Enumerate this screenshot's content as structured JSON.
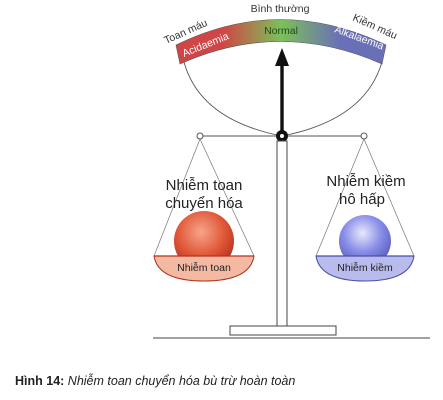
{
  "scale": {
    "top_label": "Bình thường",
    "left_outer_label": "Toan máu",
    "right_outer_label": "Kiềm máu",
    "acid_label": "Acidaemia",
    "normal_label": "Normal",
    "alkali_label": "Alkalaemia",
    "colors": {
      "acid": "#d04545",
      "normal": "#7cc05a",
      "alkali": "#6a70b8"
    }
  },
  "left_pan": {
    "title_line1": "Nhiễm toan",
    "title_line2": "chuyển hóa",
    "pan_label": "Nhiễm toan",
    "ball_color": "#e05838",
    "pan_color": "#f4b9a2"
  },
  "right_pan": {
    "title_line1": "Nhiễm kiềm",
    "title_line2": "hô hấp",
    "pan_label": "Nhiễm kiềm",
    "ball_color": "#8a8ee8",
    "pan_color": "#b9bbec"
  },
  "caption": {
    "label": "Hình 14:",
    "text": "Nhiễm toan chuyển hóa bù trừ hoàn toàn"
  }
}
